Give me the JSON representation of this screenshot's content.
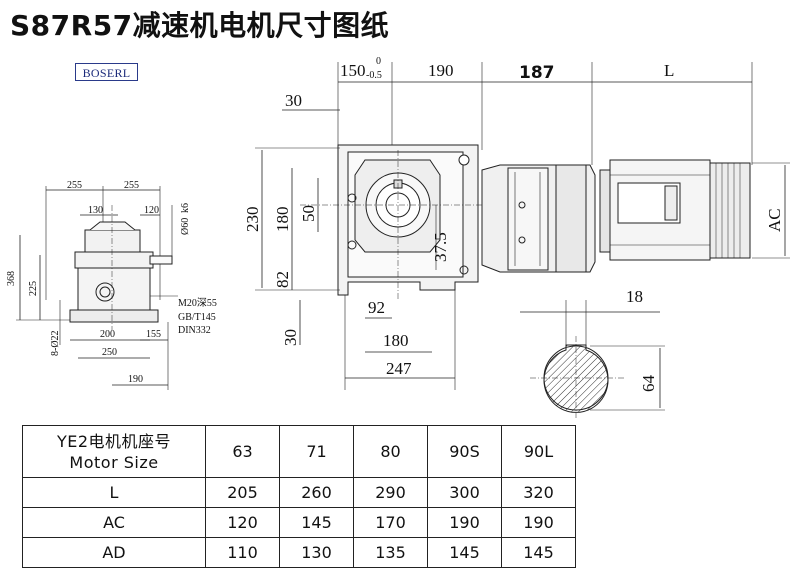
{
  "title": "S87R57减速机电机尺寸图纸",
  "logo": "BOSERL",
  "dims": {
    "left_view": {
      "w255a": "255",
      "w255b": "255",
      "w130": "130",
      "w120": "120",
      "dia60": "Ø60",
      "dia60_tol": "k6",
      "h368": "368",
      "h225": "225",
      "holes": "8-Ø22",
      "thread": "M20深55",
      "std1": "GB/T145",
      "std2": "DIN332",
      "w200": "200",
      "w155": "155",
      "w250": "250",
      "w190": "190"
    },
    "main_view": {
      "d150": "150",
      "tol_upper": "0",
      "tol_lower": "-0.5",
      "d190": "190",
      "d187": "187",
      "dL": "L",
      "d30top": "30",
      "h230": "230",
      "h180": "180",
      "h50": "50",
      "h37_5": "37.5",
      "h82": "82",
      "h30": "30",
      "w92": "92",
      "w180": "180",
      "w247": "247",
      "dAC": "AC"
    },
    "shaft": {
      "d18": "18",
      "d64": "64"
    }
  },
  "table": {
    "header_cn": "YE2电机机座号",
    "header_en": "Motor Size",
    "sizes": [
      "63",
      "71",
      "80",
      "90S",
      "90L"
    ],
    "rows": [
      {
        "label": "L",
        "values": [
          "205",
          "260",
          "290",
          "300",
          "320"
        ]
      },
      {
        "label": "AC",
        "values": [
          "120",
          "145",
          "170",
          "190",
          "190"
        ]
      },
      {
        "label": "AD",
        "values": [
          "110",
          "130",
          "135",
          "145",
          "145"
        ]
      }
    ]
  }
}
